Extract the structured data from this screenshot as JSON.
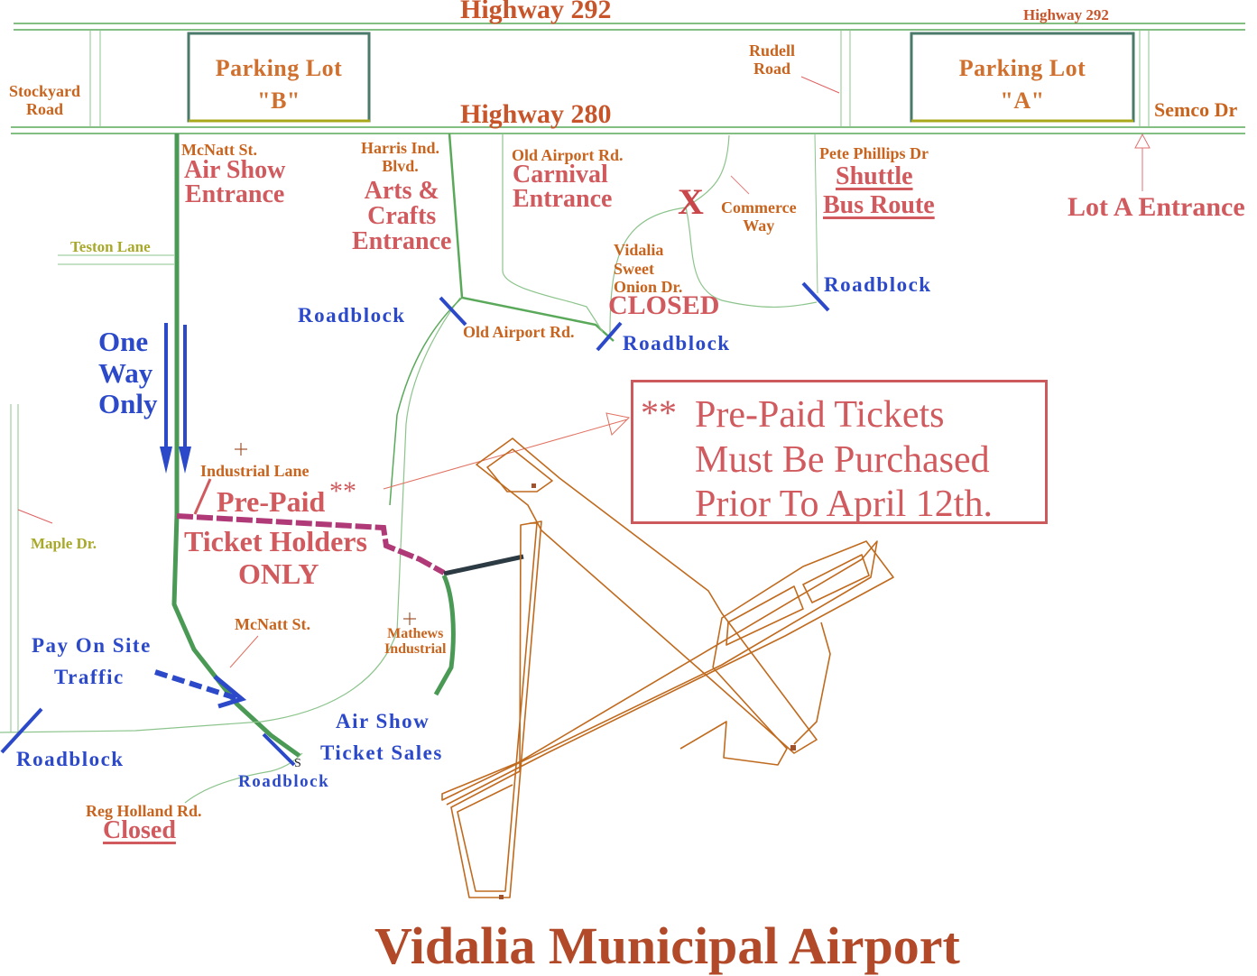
{
  "map": {
    "title": "Vidalia Municipal Airport",
    "colors": {
      "road": "#5aa95a",
      "main_route": "#4a9a55",
      "runway": "#c06a1e",
      "roadblock": "#2b49c8",
      "prepaid_route": "#b03a78",
      "connector": "#2c3a44",
      "alert_text": "#d05a5e",
      "street_text": "#c8641e",
      "lot_border": "#4a7a6a",
      "lot_edge": "#a8a81a"
    },
    "highways": {
      "hwy_292_main": "Highway 292",
      "hwy_292_east": "Highway 292",
      "hwy_280": "Highway 280"
    },
    "parking_lots": {
      "lot_b": {
        "line1": "Parking Lot",
        "line2": "\"B\""
      },
      "lot_a": {
        "line1": "Parking Lot",
        "line2": "\"A\""
      }
    },
    "streets": {
      "stockyard_1": "Stockyard",
      "stockyard_2": "Road",
      "rudell_1": "Rudell",
      "rudell_2": "Road",
      "semco": "Semco Dr",
      "mcnatt_top": "McNatt St.",
      "harris_1": "Harris Ind.",
      "harris_2": "Blvd.",
      "old_airport_top": "Old Airport Rd.",
      "pete_phillips": "Pete Phillips Dr",
      "commerce_1": "Commerce",
      "commerce_2": "Way",
      "vidalia_1": "Vidalia",
      "vidalia_2": "Sweet",
      "vidalia_3": "Onion Dr.",
      "old_airport_mid": "Old Airport Rd.",
      "teston": "Teston Lane",
      "industrial": "Industrial Lane",
      "maple": "Maple Dr.",
      "mcnatt_bottom": "McNatt St.",
      "mathews_1": "Mathews",
      "mathews_2": "Industrial",
      "reg_holland": "Reg Holland Rd."
    },
    "entrances": {
      "air_show_1": "Air Show",
      "air_show_2": "Entrance",
      "arts_1": "Arts &",
      "arts_2": "Crafts",
      "arts_3": "Entrance",
      "carnival_1": "Carnival",
      "carnival_2": "Entrance",
      "shuttle_1": "Shuttle",
      "shuttle_2": "Bus Route",
      "lot_a_entrance": "Lot A Entrance"
    },
    "status": {
      "closed_vidalia": "CLOSED",
      "closed_reg_holland": "Closed",
      "closed_marker": "X"
    },
    "roadblocks": {
      "rb1": "Roadblock",
      "rb2": "Roadblock",
      "rb3": "Roadblock",
      "rb4": "Roadblock",
      "rb5": "Roadblock"
    },
    "traffic": {
      "one_way_1": "One",
      "one_way_2": "Way",
      "one_way_3": "Only",
      "pay_on_site_1": "Pay On Site",
      "pay_on_site_2": "Traffic",
      "ticket_sales_1": "Air Show",
      "ticket_sales_2": "Ticket Sales",
      "prepaid_1": "Pre-Paid",
      "prepaid_stars": "**",
      "prepaid_2": "Ticket Holders",
      "prepaid_3": "ONLY",
      "s_marker": "S"
    },
    "notice": {
      "stars": "**",
      "line1": "Pre-Paid Tickets",
      "line2": "Must Be Purchased",
      "line3": "Prior To April 12th."
    }
  }
}
